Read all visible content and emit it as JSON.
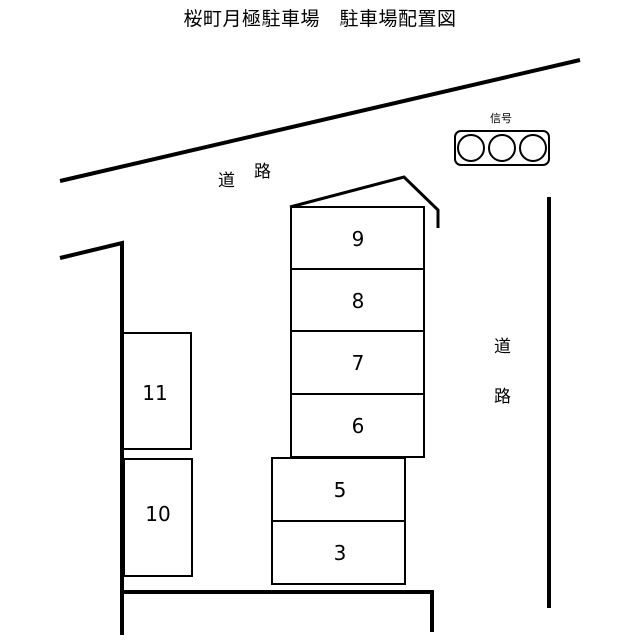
{
  "title": "桜町月極駐車場　駐車場配置図",
  "roads": {
    "top": [
      "道",
      "路"
    ],
    "right": [
      "道",
      "路"
    ]
  },
  "signal": {
    "label": "信号",
    "lights": 3
  },
  "spaces": [
    {
      "id": "space-9",
      "number": "9"
    },
    {
      "id": "space-8",
      "number": "8"
    },
    {
      "id": "space-7",
      "number": "7"
    },
    {
      "id": "space-6",
      "number": "6"
    },
    {
      "id": "space-5",
      "number": "5"
    },
    {
      "id": "space-3",
      "number": "3"
    },
    {
      "id": "space-11",
      "number": "11"
    },
    {
      "id": "space-10",
      "number": "10"
    }
  ],
  "colors": {
    "line": "#000000",
    "background": "#ffffff"
  }
}
